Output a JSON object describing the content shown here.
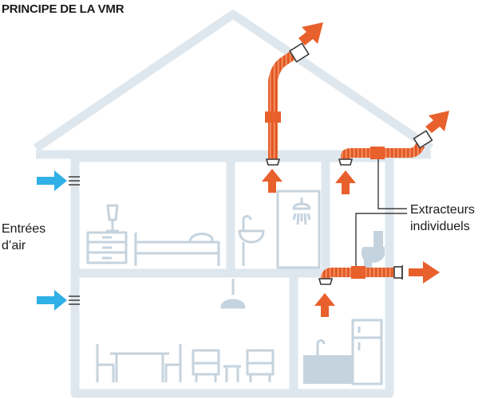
{
  "title": "PRINCIPE DE LA VMR",
  "labels": {
    "air_inlets": [
      "Entrées",
      "d’air"
    ],
    "extractors": [
      "Extracteurs",
      "individuels"
    ]
  },
  "colors": {
    "house_outline": "#dfe7ee",
    "furniture": "#c5d3de",
    "duct": "#e8602c",
    "exhaust_arrow": "#e8602c",
    "intake_arrow": "#2fb0e6",
    "text": "#1a1a1a"
  }
}
